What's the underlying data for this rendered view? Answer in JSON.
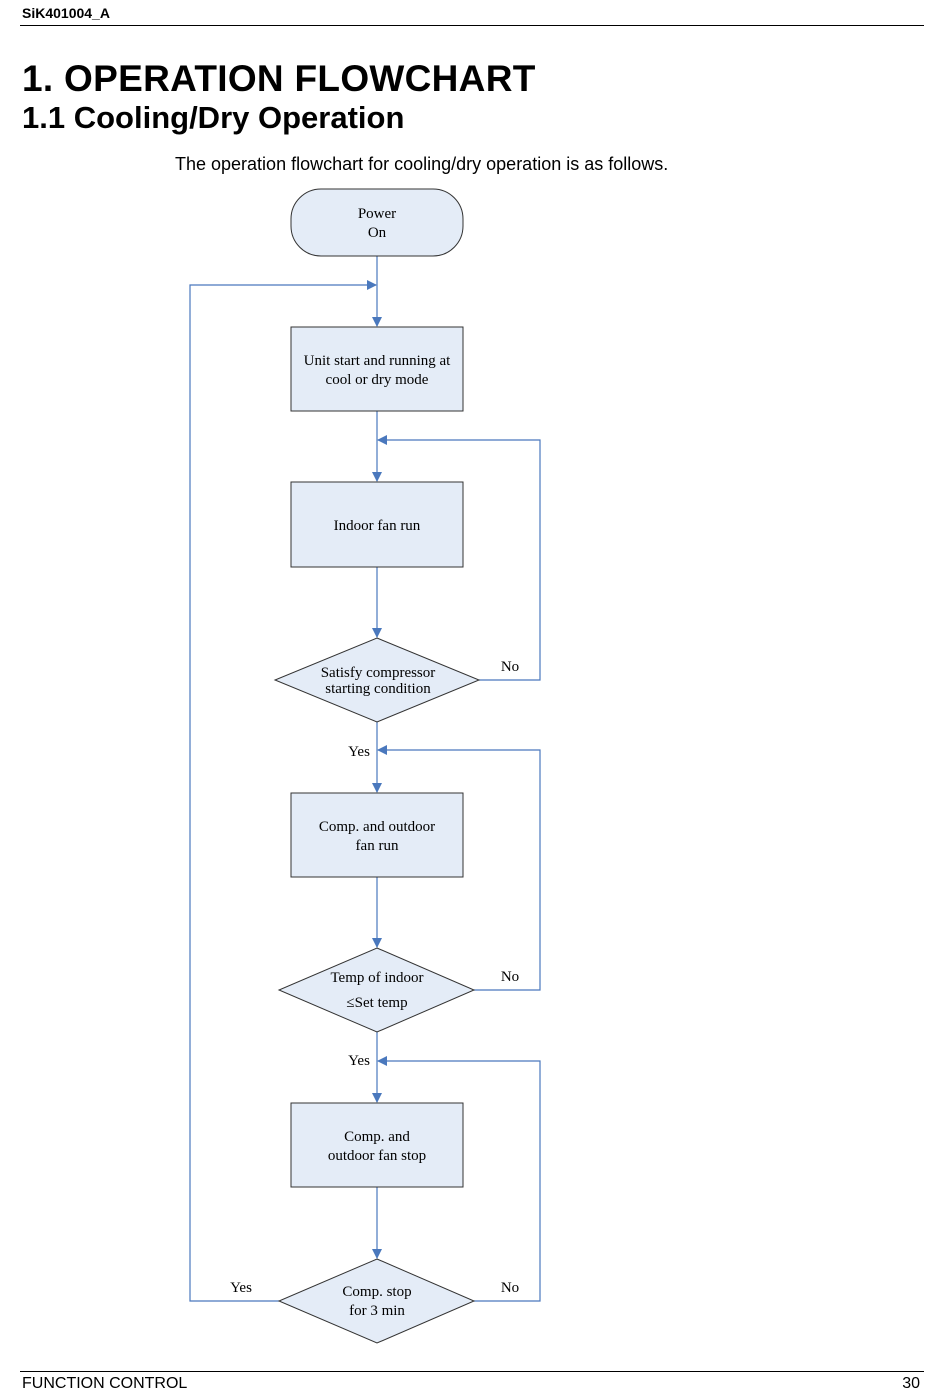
{
  "header": {
    "doc_code": "SiK401004_A"
  },
  "title": "1.  OPERATION FLOWCHART",
  "subtitle": "1.1 Cooling/Dry Operation",
  "intro": "The operation flowchart for cooling/dry operation is as follows.",
  "flowchart": {
    "colors": {
      "fill": "#e4ecf7",
      "stroke": "#333333",
      "connector": "#4a78bd"
    },
    "nodes": {
      "power_on": {
        "shape": "terminator",
        "lines": [
          "Power",
          "On"
        ]
      },
      "unit_start": {
        "shape": "process",
        "lines": [
          "Unit start and running at",
          "cool or dry mode"
        ]
      },
      "indoor_fan": {
        "shape": "process",
        "lines": [
          "Indoor fan run"
        ]
      },
      "satisfy": {
        "shape": "decision",
        "lines": [
          "Satisfy compressor",
          "starting condition"
        ]
      },
      "comp_run": {
        "shape": "process",
        "lines": [
          "Comp. and outdoor",
          "fan run"
        ]
      },
      "temp_check": {
        "shape": "decision",
        "lines": [
          "Temp of indoor",
          "≤Set temp"
        ]
      },
      "comp_stop": {
        "shape": "process",
        "lines": [
          "Comp. and",
          "outdoor fan stop"
        ]
      },
      "stop_3min": {
        "shape": "decision",
        "lines": [
          "Comp.  stop",
          "for 3 min"
        ]
      }
    },
    "edge_labels": {
      "satisfy_yes": "Yes",
      "satisfy_no": "No",
      "temp_yes": "Yes",
      "temp_no": "No",
      "stop_yes": "Yes",
      "stop_no": "No"
    }
  },
  "footer": {
    "section": "FUNCTION CONTROL",
    "page": "30"
  }
}
